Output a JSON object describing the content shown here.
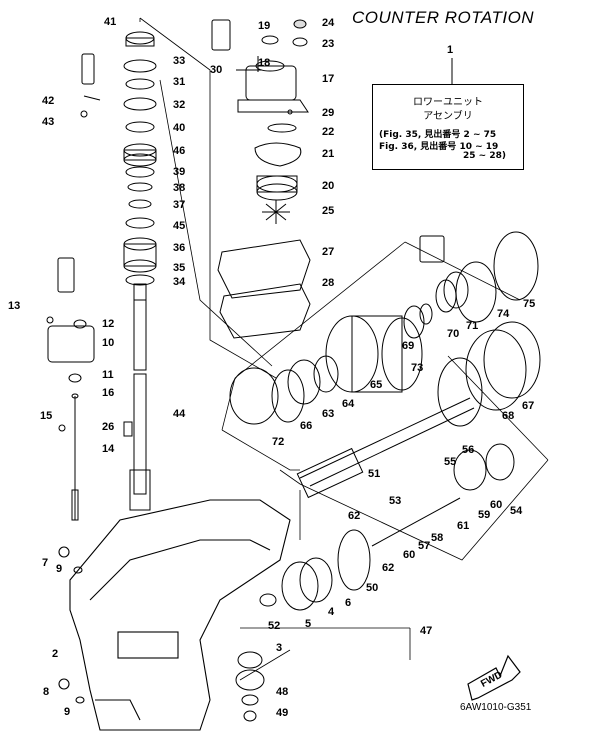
{
  "title": "COUNTER ROTATION",
  "assembly": {
    "ref": "1",
    "name_jp": "ロワーユニット",
    "name_jp2": "アセンブリ",
    "ref_line1": "(Fig. 35, 見出番号  2 ~ 75",
    "ref_line2": "Fig. 36, 見出番号  10 ~ 19",
    "ref_line3": "25 ~ 28)"
  },
  "drawing_code": "6AW1010-G351",
  "fwd_label": "FWD",
  "parts": {
    "p2": "2",
    "p3": "3",
    "p4": "4",
    "p5": "5",
    "p6": "6",
    "p7": "7",
    "p8": "8",
    "p9a": "9",
    "p9b": "9",
    "p10": "10",
    "p11": "11",
    "p12": "12",
    "p13": "13",
    "p14": "14",
    "p15": "15",
    "p16": "16",
    "p17": "17",
    "p18": "18",
    "p19": "19",
    "p20": "20",
    "p21": "21",
    "p22": "22",
    "p23": "23",
    "p24": "24",
    "p25": "25",
    "p26": "26",
    "p27": "27",
    "p28": "28",
    "p29": "29",
    "p30": "30",
    "p31": "31",
    "p32": "32",
    "p33": "33",
    "p34": "34",
    "p35": "35",
    "p36": "36",
    "p37": "37",
    "p38": "38",
    "p39": "39",
    "p40": "40",
    "p41": "41",
    "p42": "42",
    "p43": "43",
    "p44": "44",
    "p45": "45",
    "p46": "46",
    "p47": "47",
    "p48": "48",
    "p49": "49",
    "p50": "50",
    "p51": "51",
    "p52": "52",
    "p53": "53",
    "p54": "54",
    "p55": "55",
    "p56": "56",
    "p57": "57",
    "p58": "58",
    "p59": "59",
    "p60a": "60",
    "p60b": "60",
    "p61": "61",
    "p62a": "62",
    "p62b": "62",
    "p63": "63",
    "p64": "64",
    "p65": "65",
    "p66": "66",
    "p67": "67",
    "p68": "68",
    "p69": "69",
    "p70": "70",
    "p71": "71",
    "p72": "72",
    "p73": "73",
    "p74": "74",
    "p75": "75"
  }
}
